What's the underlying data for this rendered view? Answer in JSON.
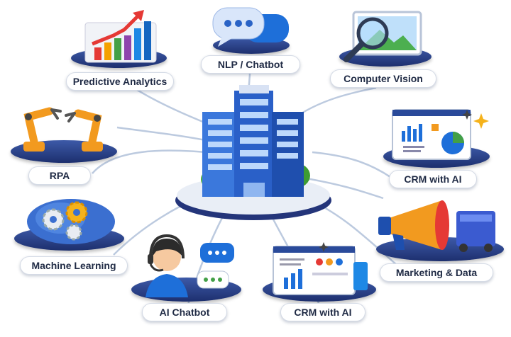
{
  "title": "AI business applications",
  "center": {
    "icon": "office-building-icon"
  },
  "nodes": [
    {
      "label": "Predictive Analytics",
      "icon": "bar-chart-growth-icon"
    },
    {
      "label": "NLP / Chatbot",
      "icon": "chat-bubbles-icon"
    },
    {
      "label": "Computer Vision",
      "icon": "magnifier-image-icon"
    },
    {
      "label": "RPA",
      "icon": "robot-arm-icon"
    },
    {
      "label": "CRM with AI",
      "icon": "dashboard-icon"
    },
    {
      "label": "Machine Learning",
      "icon": "brain-gears-icon"
    },
    {
      "label": "AI Chatbot",
      "icon": "support-agent-icon"
    },
    {
      "label": "CRM with AI",
      "icon": "dashboard-icon"
    },
    {
      "label": "Marketing & Data",
      "icon": "megaphone-icon"
    }
  ],
  "colors": {
    "accent": "#2f6fd6",
    "navy": "#22346f",
    "orange": "#f29a1f",
    "line": "#b9c7dd"
  }
}
